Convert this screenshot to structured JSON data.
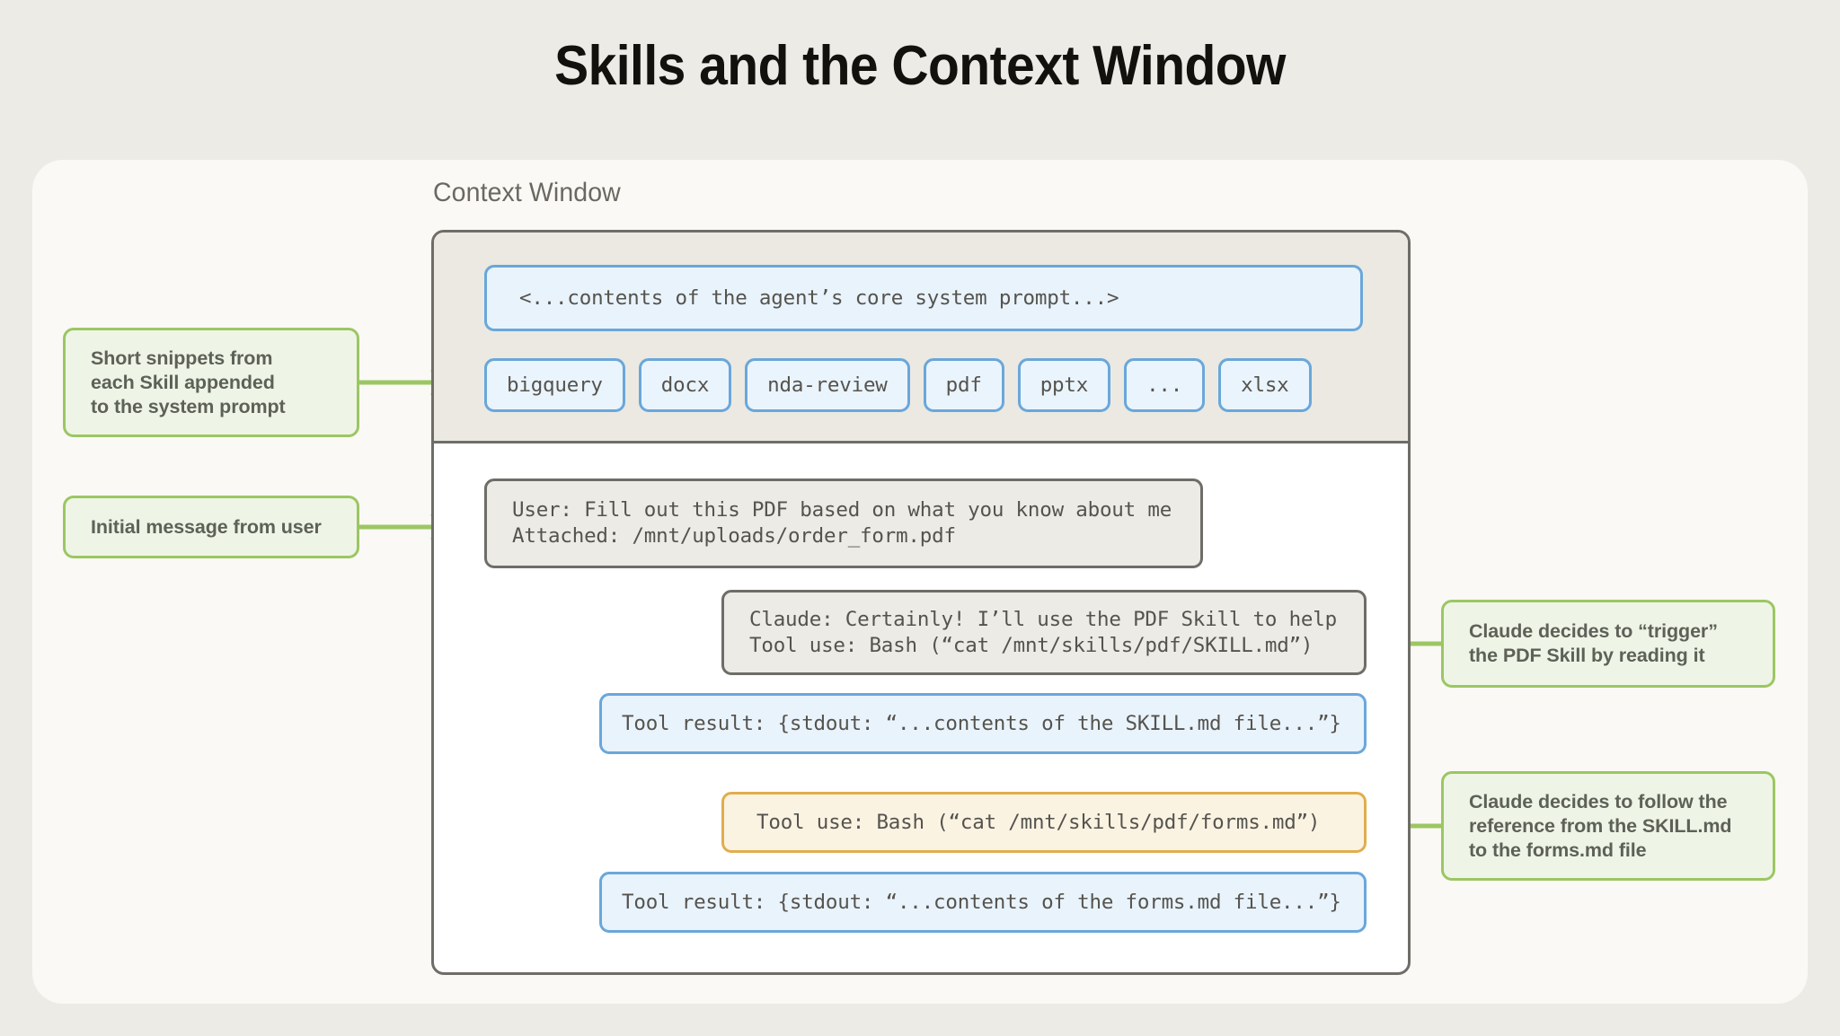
{
  "page": {
    "title": "Skills and the Context Window",
    "background_color": "#edebe6",
    "card_color": "#faf9f5"
  },
  "context_window": {
    "label": "Context Window",
    "system_prompt_box": {
      "text": "<...contents of the agent’s core system prompt...>",
      "fill": "#e9f3fc",
      "border": "#6aa7da"
    },
    "skill_chips": [
      {
        "label": "bigquery"
      },
      {
        "label": "docx"
      },
      {
        "label": "nda-review"
      },
      {
        "label": "pdf"
      },
      {
        "label": "pptx"
      },
      {
        "label": "..."
      },
      {
        "label": "xlsx"
      }
    ],
    "messages": [
      {
        "name": "user-message",
        "style": "gray",
        "line1": "User: Fill out this PDF based on what you know about me",
        "line2": "Attached: /mnt/uploads/order_form.pdf"
      },
      {
        "name": "claude-message",
        "style": "gray",
        "line1": "Claude: Certainly! I’ll use the PDF Skill to help",
        "line2": "Tool use: Bash (“cat /mnt/skills/pdf/SKILL.md”)"
      },
      {
        "name": "tool-result-skill-md",
        "style": "blue",
        "line1": "Tool result: {stdout: “...contents of the SKILL.md file...”}"
      },
      {
        "name": "tool-use-forms-md",
        "style": "amber",
        "line1": "Tool use: Bash (“cat /mnt/skills/pdf/forms.md”)"
      },
      {
        "name": "tool-result-forms-md",
        "style": "blue",
        "line1": "Tool result: {stdout: “...contents of the forms.md file...”}"
      }
    ]
  },
  "callouts": {
    "snippets": {
      "line1": "Short snippets from",
      "line2": "each Skill appended",
      "line3": "to the system prompt"
    },
    "initial_message": {
      "line1": "Initial message from user"
    },
    "trigger": {
      "line1": "Claude decides to “trigger”",
      "line2": "the PDF Skill by reading it"
    },
    "follow_reference": {
      "line1": "Claude decides to follow the",
      "line2": "reference from the SKILL.md",
      "line3": "to the forms.md file"
    }
  },
  "colors": {
    "green_accent": "#9cc663",
    "blue_accent": "#6aa7da",
    "amber_accent": "#e0ae4e",
    "gray_accent": "#6f6d67"
  }
}
